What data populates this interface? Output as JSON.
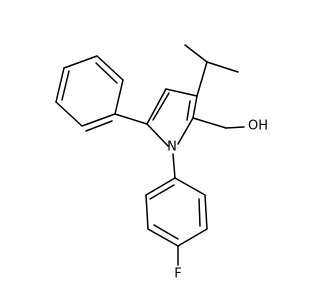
{
  "molecule": {
    "atoms": {
      "nitrogen": "N",
      "hydroxyl": "OH",
      "fluorine": "F"
    },
    "colors": {
      "bond": "#000000",
      "label": "#000000",
      "background": "#ffffff"
    }
  }
}
